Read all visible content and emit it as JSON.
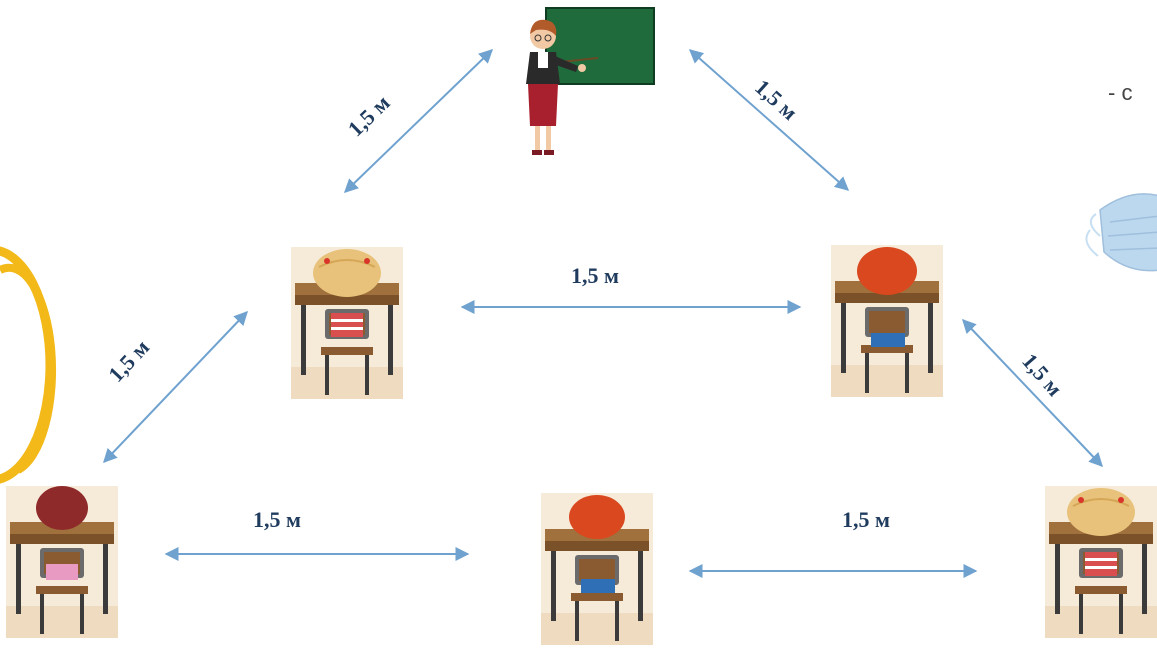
{
  "distance_label": "1,5 м",
  "side_text": "- с",
  "colors": {
    "arrow": "#6fa2cf",
    "label": "#1f3b5e",
    "board": "#1f6b3b",
    "highlight_ring": "#f2b918"
  },
  "distance_labels": [
    {
      "id": "teacher-left",
      "text": "1,5 м"
    },
    {
      "id": "teacher-right",
      "text": "1,5 м"
    },
    {
      "id": "middle-row",
      "text": "1,5 м"
    },
    {
      "id": "left-diagonal",
      "text": "1,5 м"
    },
    {
      "id": "right-diagonal",
      "text": "1,5 м"
    },
    {
      "id": "bottom-left",
      "text": "1,5 м"
    },
    {
      "id": "bottom-right",
      "text": "1,5 м"
    }
  ],
  "icons": {
    "teacher": "teacher-at-blackboard-icon",
    "student_blonde": "student-blonde-at-desk-icon",
    "student_redhead": "student-redhead-at-desk-icon",
    "student_brunette": "student-brunette-at-desk-icon",
    "mask": "face-mask-icon"
  }
}
